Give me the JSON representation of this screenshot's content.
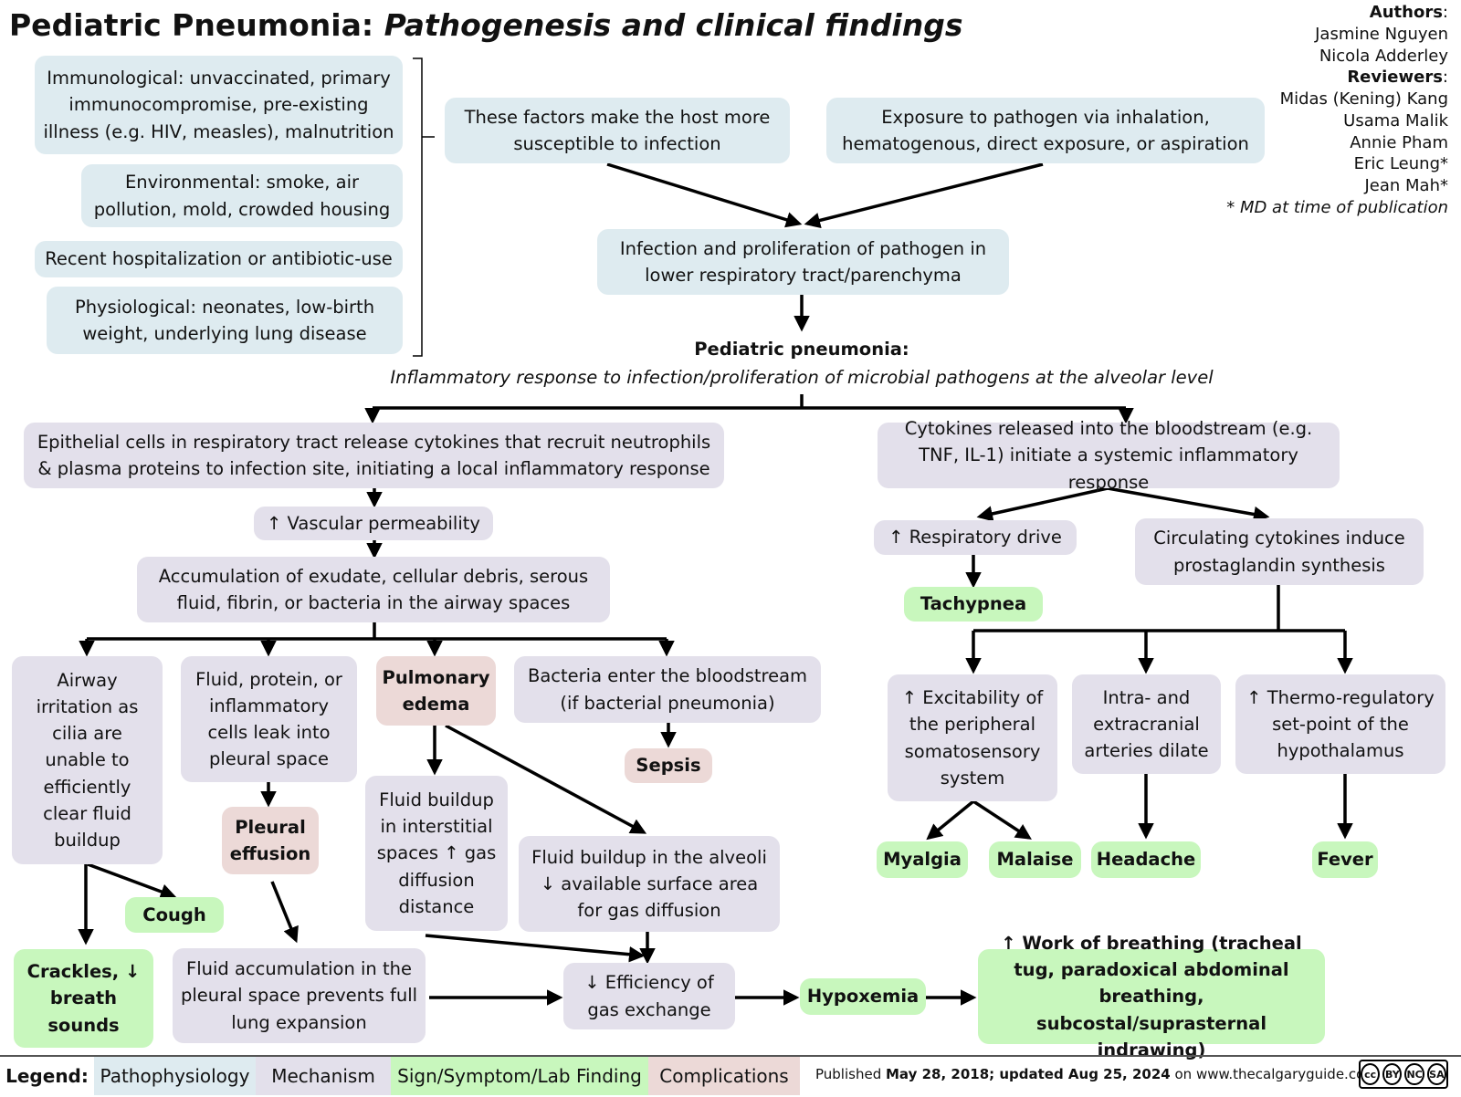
{
  "title": {
    "main": "Pediatric Pneumonia: ",
    "sub": "Pathogenesis and clinical findings"
  },
  "authors": {
    "authors_label": "Authors",
    "author_1": "Jasmine Nguyen",
    "author_2": "Nicola Adderley",
    "reviewers_label": "Reviewers",
    "reviewer_1": "Midas (Kening) Kang",
    "reviewer_2": "Usama Malik",
    "reviewer_3": "Annie Pham",
    "reviewer_4": "Eric Leung*",
    "reviewer_5": "Jean Mah*",
    "note": "* MD at time of publication"
  },
  "nodes": {
    "risk_immunological": "Immunological: unvaccinated, primary immunocompromise, pre-existing illness (e.g. HIV, measles), malnutrition",
    "risk_environmental": "Environmental: smoke, air pollution, mold, crowded housing",
    "risk_hospitalization": "Recent hospitalization or antibiotic-use",
    "risk_physiological": "Physiological: neonates, low-birth weight, underlying lung disease",
    "host_susceptible": "These factors make the host more susceptible to infection",
    "exposure": "Exposure to pathogen via inhalation, hematogenous, direct exposure, or aspiration",
    "infection": "Infection and proliferation of pathogen in lower respiratory tract/parenchyma",
    "pneumonia_title": "Pediatric pneumonia:",
    "pneumonia_def": "Inflammatory response to infection/proliferation of microbial pathogens at the alveolar level",
    "epithelial": "Epithelial cells in respiratory tract release cytokines that recruit neutrophils & plasma proteins to infection site, initiating a local inflammatory response",
    "vascular": "↑ Vascular permeability",
    "accumulation": "Accumulation of exudate, cellular debris, serous fluid, fibrin, or bacteria in the airway spaces",
    "airway_irritation": "Airway irritation as cilia are unable to efficiently clear fluid buildup",
    "fluid_pleural": "Fluid, protein, or inflammatory cells leak into pleural space",
    "pulmonary_edema": "Pulmonary edema",
    "bacteria_blood": "Bacteria enter the bloodstream (if bacterial pneumonia)",
    "sepsis": "Sepsis",
    "pleural_effusion": "Pleural effusion",
    "fluid_interstitial": "Fluid buildup in interstitial spaces ↑ gas diffusion distance",
    "fluid_alveoli": "Fluid buildup in the alveoli ↓ available surface area for gas diffusion",
    "cough": "Cough",
    "crackles": "Crackles, ↓ breath sounds",
    "lung_expansion": "Fluid accumulation in the pleural space prevents full lung expansion",
    "gas_exchange": "↓ Efficiency of gas exchange",
    "hypoxemia": "Hypoxemia",
    "work_breathing": "↑ Work of breathing (tracheal tug, paradoxical abdominal breathing, subcostal/suprasternal indrawing)",
    "cytokines_blood": "Cytokines released into the bloodstream (e.g. TNF, IL-1) initiate a systemic inflammatory response",
    "resp_drive": "↑ Respiratory drive",
    "tachypnea": "Tachypnea",
    "prostaglandin": "Circulating cytokines induce prostaglandin synthesis",
    "excitability": "↑ Excitability of the peripheral somatosensory system",
    "arteries": "Intra- and extracranial arteries dilate",
    "thermo": "↑ Thermo-regulatory set-point of the hypothalamus",
    "myalgia": "Myalgia",
    "malaise": "Malaise",
    "headache": "Headache",
    "fever": "Fever"
  },
  "legend": {
    "label": "Legend:",
    "items": [
      "Pathophysiology",
      "Mechanism",
      "Sign/Symptom/Lab Finding",
      "Complications"
    ],
    "colors": [
      "#deebf0",
      "#e3e0eb",
      "#c8f7bd",
      "#ecd9d7"
    ]
  },
  "footer": {
    "published_prefix": "Published ",
    "published_date": "May 28, 2018; updated Aug 25, 2024",
    "published_suffix": " on www.thecalgaryguide.com",
    "license_icons": [
      "cc-icon",
      "by-icon",
      "nc-icon",
      "sa-icon"
    ],
    "license_labels": [
      "cc",
      "BY",
      "NC",
      "SA"
    ]
  }
}
